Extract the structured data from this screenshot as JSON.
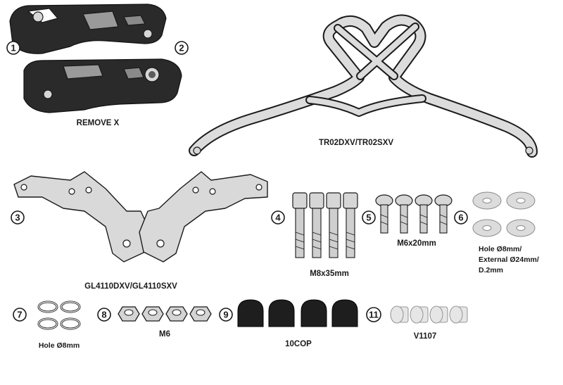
{
  "callouts": [
    "1",
    "2",
    "3",
    "4",
    "5",
    "6",
    "7",
    "8",
    "9",
    "11"
  ],
  "labels": {
    "remove": "REMOVE X",
    "rack": "TR02DXV/TR02SXV",
    "brackets": "GL4110DXV/GL4110SXV",
    "bolts_m8": "M8x35mm",
    "screws_m6": "M6x20mm",
    "washer_spec_1": "Hole Ø8mm/",
    "washer_spec_2": "External Ø24mm/",
    "washer_spec_3": "D.2mm",
    "spring_washer": "Hole Ø8mm",
    "nuts": "M6",
    "caps": "10COP",
    "spacers": "V1107"
  },
  "colors": {
    "line": "#1a1a1a",
    "metal": "#d9d9d9",
    "dark_part": "#2a2a2a",
    "washer": "#dcdcdc"
  }
}
